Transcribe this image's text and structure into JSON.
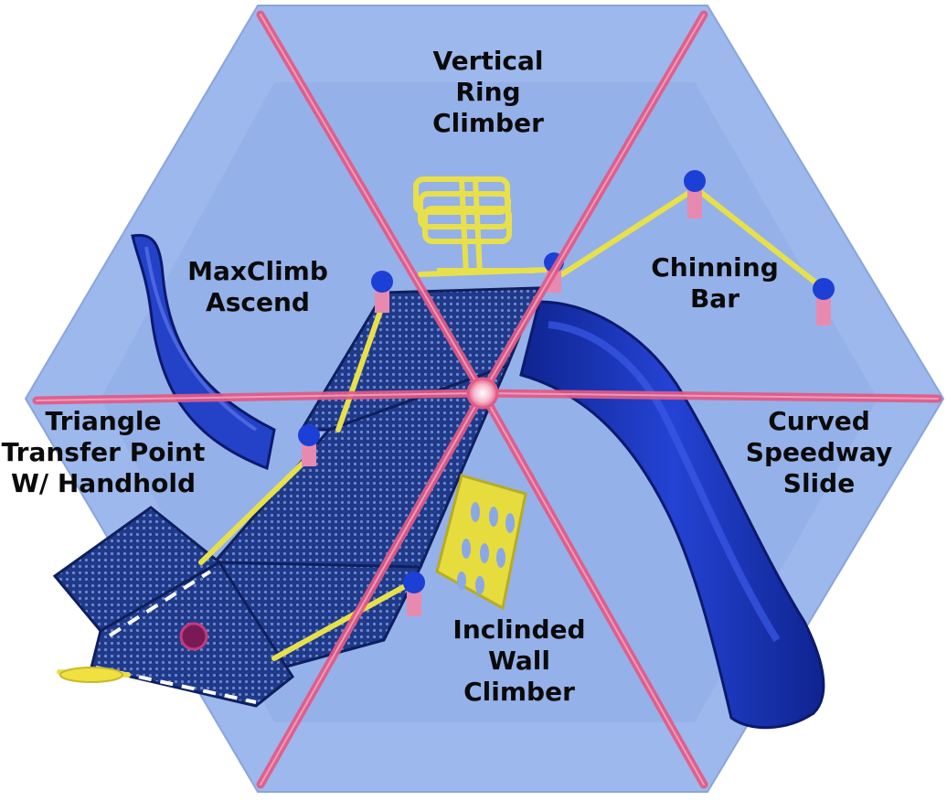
{
  "labels": {
    "vertical_ring_climber": [
      "Vertical",
      "Ring",
      "Climber"
    ],
    "maxclimb_ascend": [
      "MaxClimb",
      "Ascend"
    ],
    "chinning_bar": [
      "Chinning",
      "Bar"
    ],
    "triangle_transfer_point": [
      "Triangle",
      "Transfer Point",
      "W/ Handhold"
    ],
    "curved_speedway_slide": [
      "Curved",
      "Speedway",
      "Slide"
    ],
    "inclined_wall_climber": [
      "Inclinded",
      "Wall",
      "Climber"
    ]
  },
  "colors": {
    "zone_fill": "#9db8ec",
    "zone_inner": "#8aa8e6",
    "divider": "#e25a86",
    "deck": "#1f3a8a",
    "slide": "#1a33b8",
    "climber": "#e8e04a",
    "post_cap": "#1c3fd6"
  }
}
